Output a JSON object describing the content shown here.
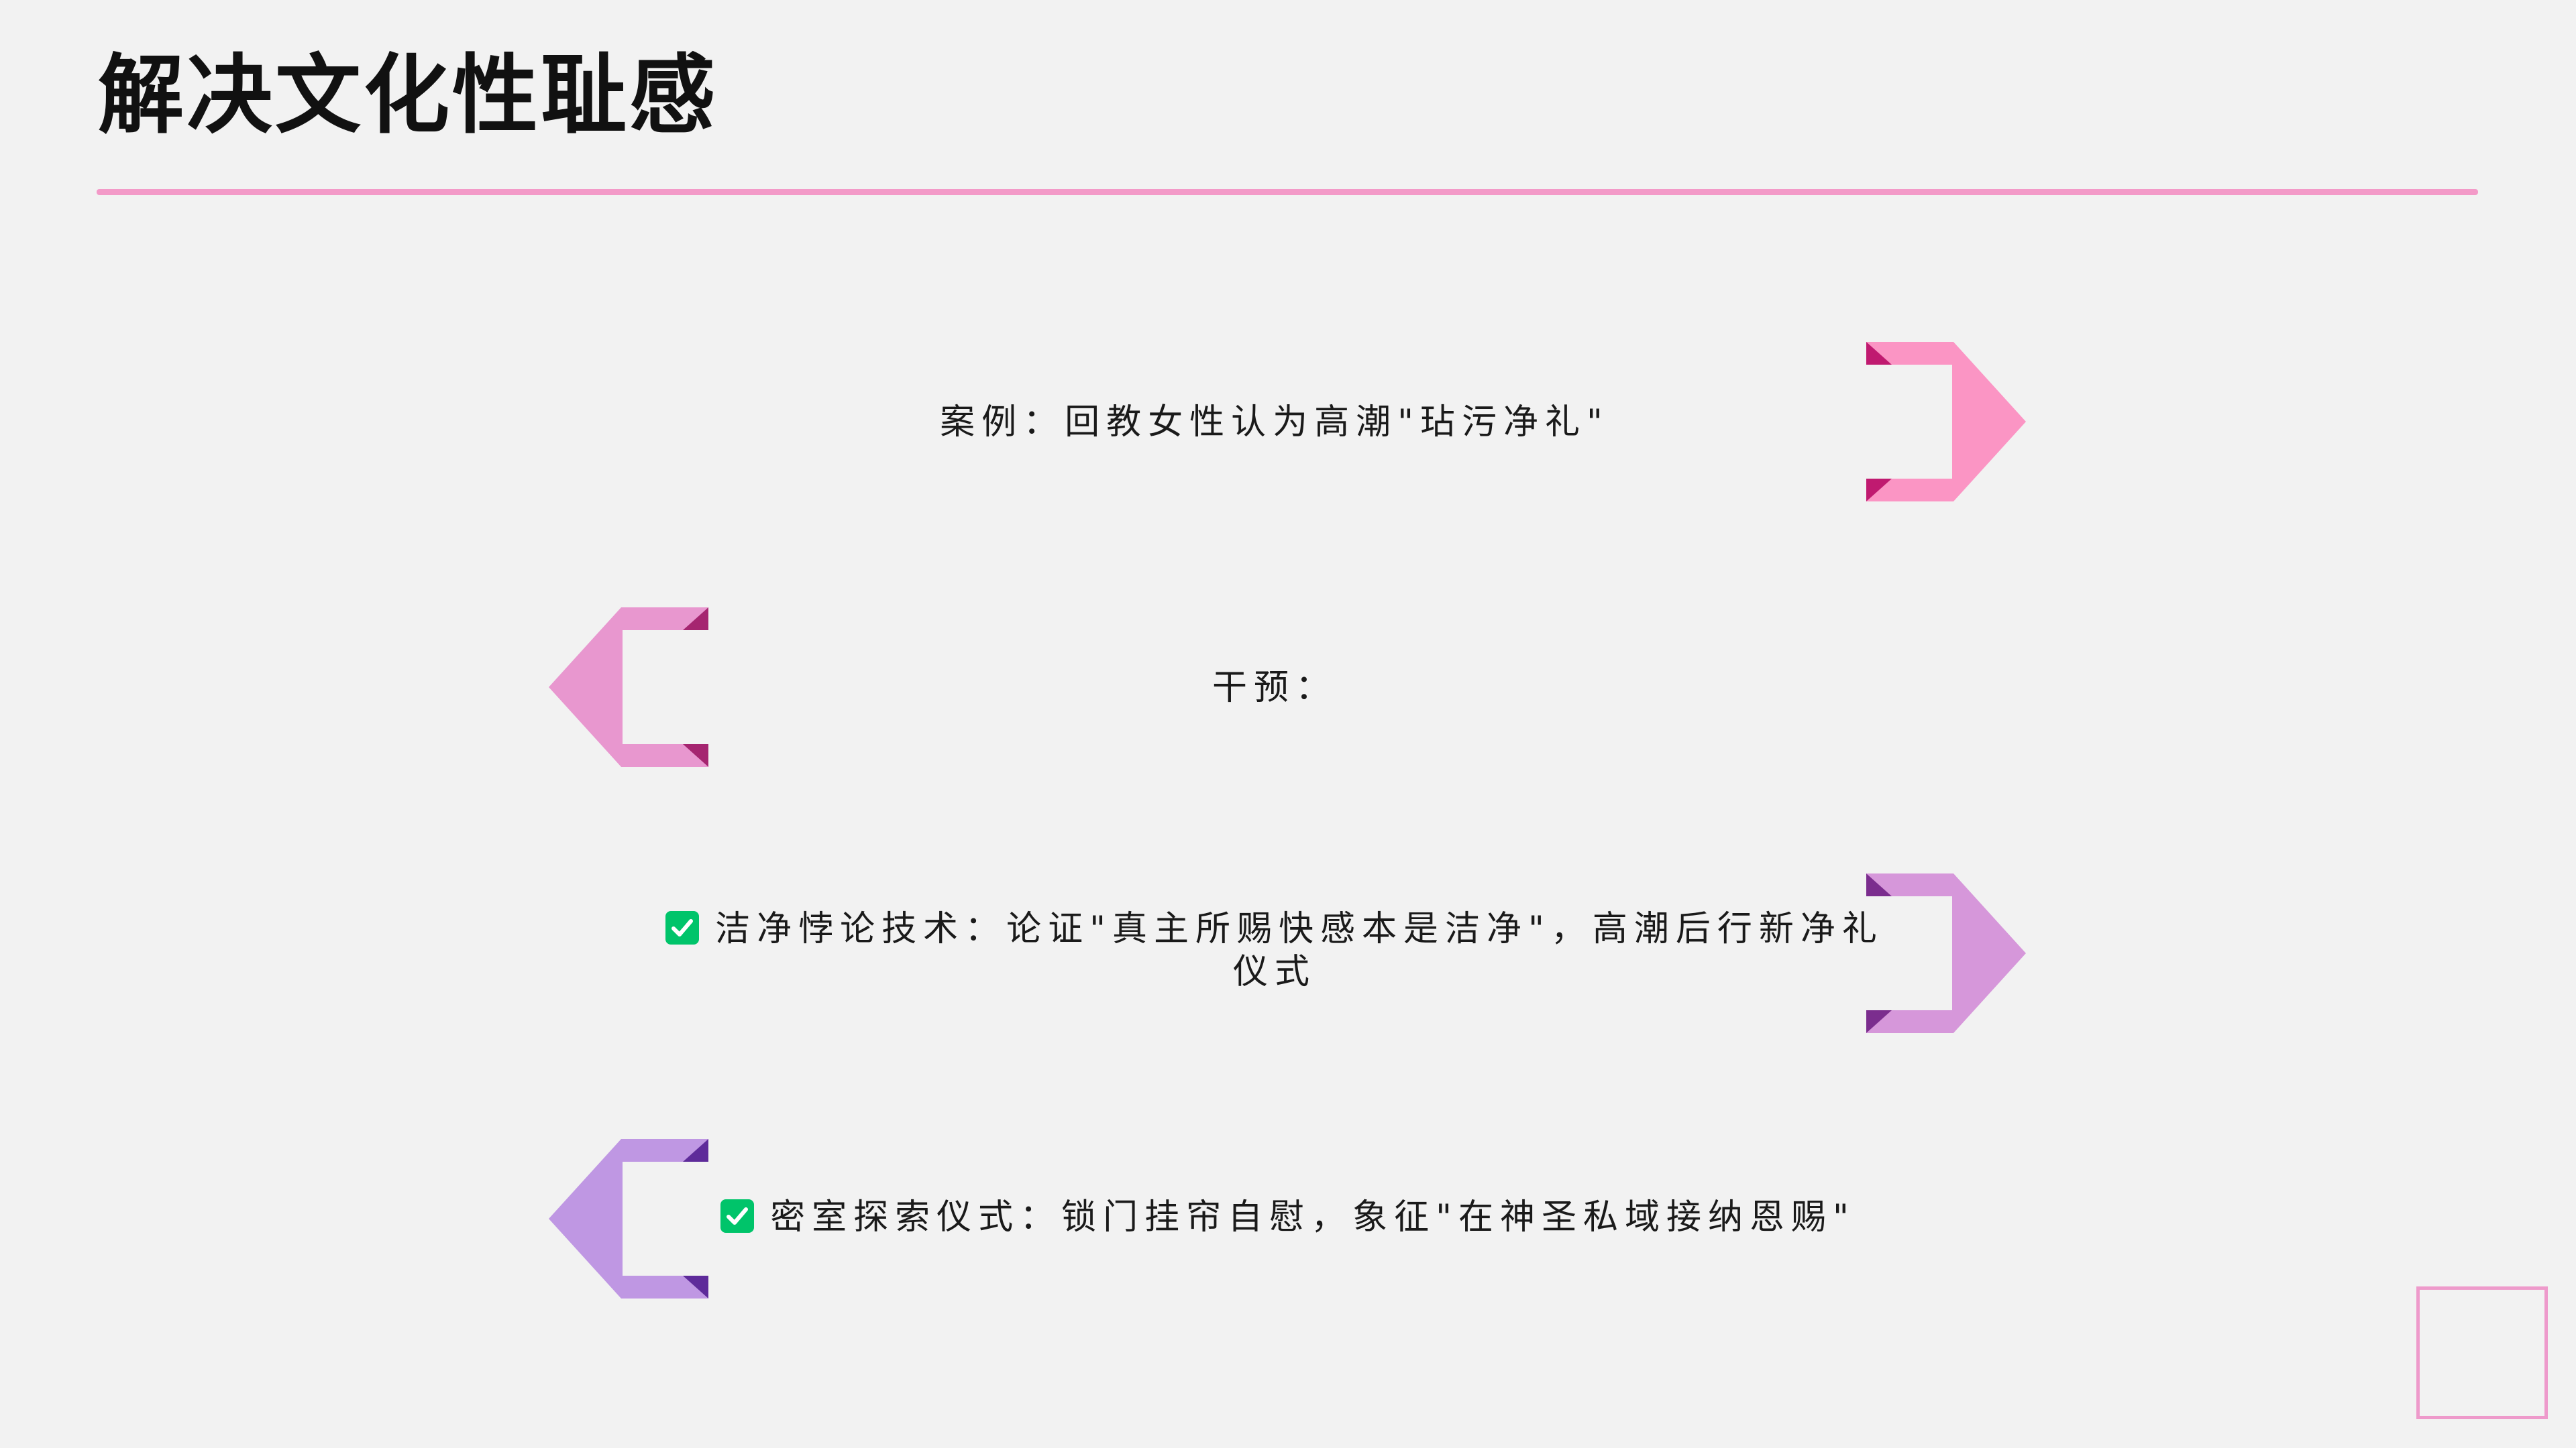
{
  "slide": {
    "title": "解决文化性耻感",
    "rows": [
      {
        "text": "案例：回教女性认为高潮\"玷污净礼\"",
        "checked": false,
        "arrow": "right",
        "color": "#fb95c4",
        "tab_color": "#c01a70"
      },
      {
        "text": "干预：",
        "checked": false,
        "arrow": "left",
        "color": "#e897cf",
        "tab_color": "#a52570"
      },
      {
        "text_line1": "洁净悖论技术：论证\"真主所赐快感本是洁净\"，高潮后行新净礼",
        "text_line2": "仪式",
        "checked": true,
        "arrow": "right",
        "color": "#d697da",
        "tab_color": "#7b2d8e"
      },
      {
        "text": "密室探索仪式：锁门挂帘自慰，象征\"在神圣私域接纳恩赐\"",
        "checked": true,
        "arrow": "left",
        "color": "#bf97e3",
        "tab_color": "#5e2b9a"
      }
    ],
    "check_icon_color": "#00c46a"
  }
}
